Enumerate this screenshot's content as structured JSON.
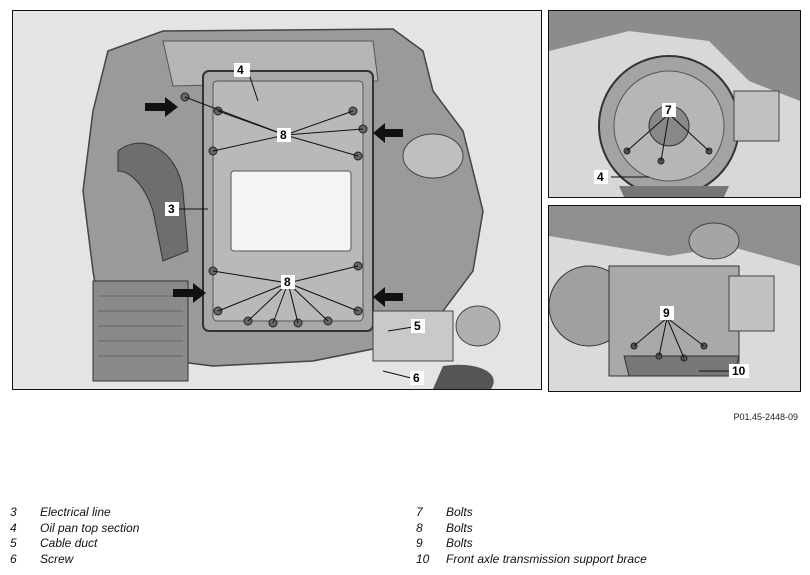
{
  "figure": {
    "reference_code": "P01.45-2448-09",
    "main_callouts": {
      "c3": "3",
      "c4": "4",
      "c5": "5",
      "c6": "6",
      "c8_upper": "8",
      "c8_lower": "8"
    },
    "top_callouts": {
      "c4": "4",
      "c7": "7"
    },
    "bottom_callouts": {
      "c9": "9",
      "c10": "10"
    }
  },
  "legend": {
    "left": [
      {
        "num": "3",
        "text": "Electrical line"
      },
      {
        "num": "4",
        "text": "Oil pan top section"
      },
      {
        "num": "5",
        "text": "Cable duct"
      },
      {
        "num": "6",
        "text": "Screw"
      }
    ],
    "right": [
      {
        "num": "7",
        "text": "Bolts"
      },
      {
        "num": "8",
        "text": "Bolts"
      },
      {
        "num": "9",
        "text": "Bolts"
      },
      {
        "num": "10",
        "text": "Front axle transmission support brace"
      }
    ]
  }
}
